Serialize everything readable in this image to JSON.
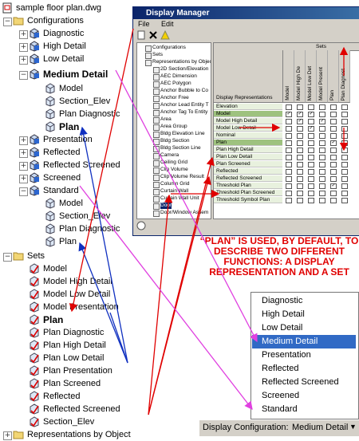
{
  "tree": {
    "root": "sample floor plan.dwg",
    "configurations_label": "Configurations",
    "configurations": [
      {
        "label": "Diagnostic",
        "icon": "display-config-icon",
        "bold": false
      },
      {
        "label": "High Detail",
        "icon": "display-config-icon",
        "bold": false
      },
      {
        "label": "Low Detail",
        "icon": "display-config-icon",
        "bold": false
      },
      {
        "label": "Medium Detail",
        "icon": "display-config-icon",
        "bold": true
      },
      {
        "label": "Presentation",
        "icon": "display-config-icon",
        "bold": false
      },
      {
        "label": "Reflected",
        "icon": "display-config-icon",
        "bold": false
      },
      {
        "label": "Reflected Screened",
        "icon": "display-config-icon",
        "bold": false
      },
      {
        "label": "Screened",
        "icon": "display-config-icon",
        "bold": false
      },
      {
        "label": "Standard",
        "icon": "display-config-icon",
        "bold": false
      }
    ],
    "medium_detail_children": [
      "Model",
      "Section_Elev",
      "Plan Diagnostic",
      "Plan"
    ],
    "standard_children": [
      "Model",
      "Section_Elev",
      "Plan Diagnostic",
      "Plan"
    ],
    "sets_label": "Sets",
    "sets": [
      "Model",
      "Model High Detail",
      "Model Low Detail",
      "Model Presentation",
      "Plan",
      "Plan Diagnostic",
      "Plan High Detail",
      "Plan Low Detail",
      "Plan Presentation",
      "Plan Screened",
      "Reflected",
      "Reflected Screened",
      "Section_Elev"
    ],
    "reps_label": "Representations by Object"
  },
  "window": {
    "title": "Display Manager",
    "menu": [
      "File",
      "Edit"
    ],
    "tree_items": [
      "Configurations",
      "Sets",
      "Representations by Object",
      "2D Section/Elevation",
      "AEC Dimension",
      "AEC Polygon",
      "Anchor Bubble to Co",
      "Anchor Free",
      "Anchor Lead Entity T",
      "Anchor Tag To Entity",
      "Area",
      "Area Group",
      "Bldg Elevation Line",
      "Bldg Section",
      "Bldg Section Line",
      "Camera",
      "Ceiling Grid",
      "Clip Volume",
      "Clip Volume Result",
      "Column Grid",
      "Curtain Wall",
      "Curtain Wall Unit",
      "Door",
      "Door/Window Assem"
    ],
    "sets_header": "Sets",
    "rep_header": "Display Representations",
    "columns": [
      "Model",
      "Model High De",
      "Model Low Det",
      "Model Present",
      "Plan",
      "Plan Diagnost"
    ],
    "rows": [
      "Elevation",
      "Model",
      "Model High Detail",
      "Model Low Detail",
      "Nominal",
      "Plan",
      "Plan High Detail",
      "Plan Low Detail",
      "Plan Screened",
      "Reflected",
      "Reflected Screened",
      "Threshold Plan",
      "Threshold Plan Screened",
      "Threshold Symbol Plan"
    ],
    "highlight_rows": [
      "Model",
      "Plan"
    ]
  },
  "annotation": "“PLAN” IS USED, BY DEFAULT, TO DESCRIBE TWO DIFFERENT FUNCTIONS: A DISPLAY REPRESENTATION AND A SET",
  "dropdown": {
    "items": [
      "Diagnostic",
      "High Detail",
      "Low Detail",
      "Medium Detail",
      "Presentation",
      "Reflected",
      "Reflected Screened",
      "Screened",
      "Standard"
    ],
    "selected": "Medium Detail"
  },
  "status": {
    "label": "Display Configuration:",
    "value": "Medium Detail",
    "arrow": "▼"
  },
  "colors": {
    "arrow_red": "#e00000",
    "arrow_blue": "#1030c0",
    "arrow_magenta": "#e040e0",
    "selection": "#316ac5",
    "row_green": "#e8f1de",
    "row_highlight": "#9ec27f"
  }
}
